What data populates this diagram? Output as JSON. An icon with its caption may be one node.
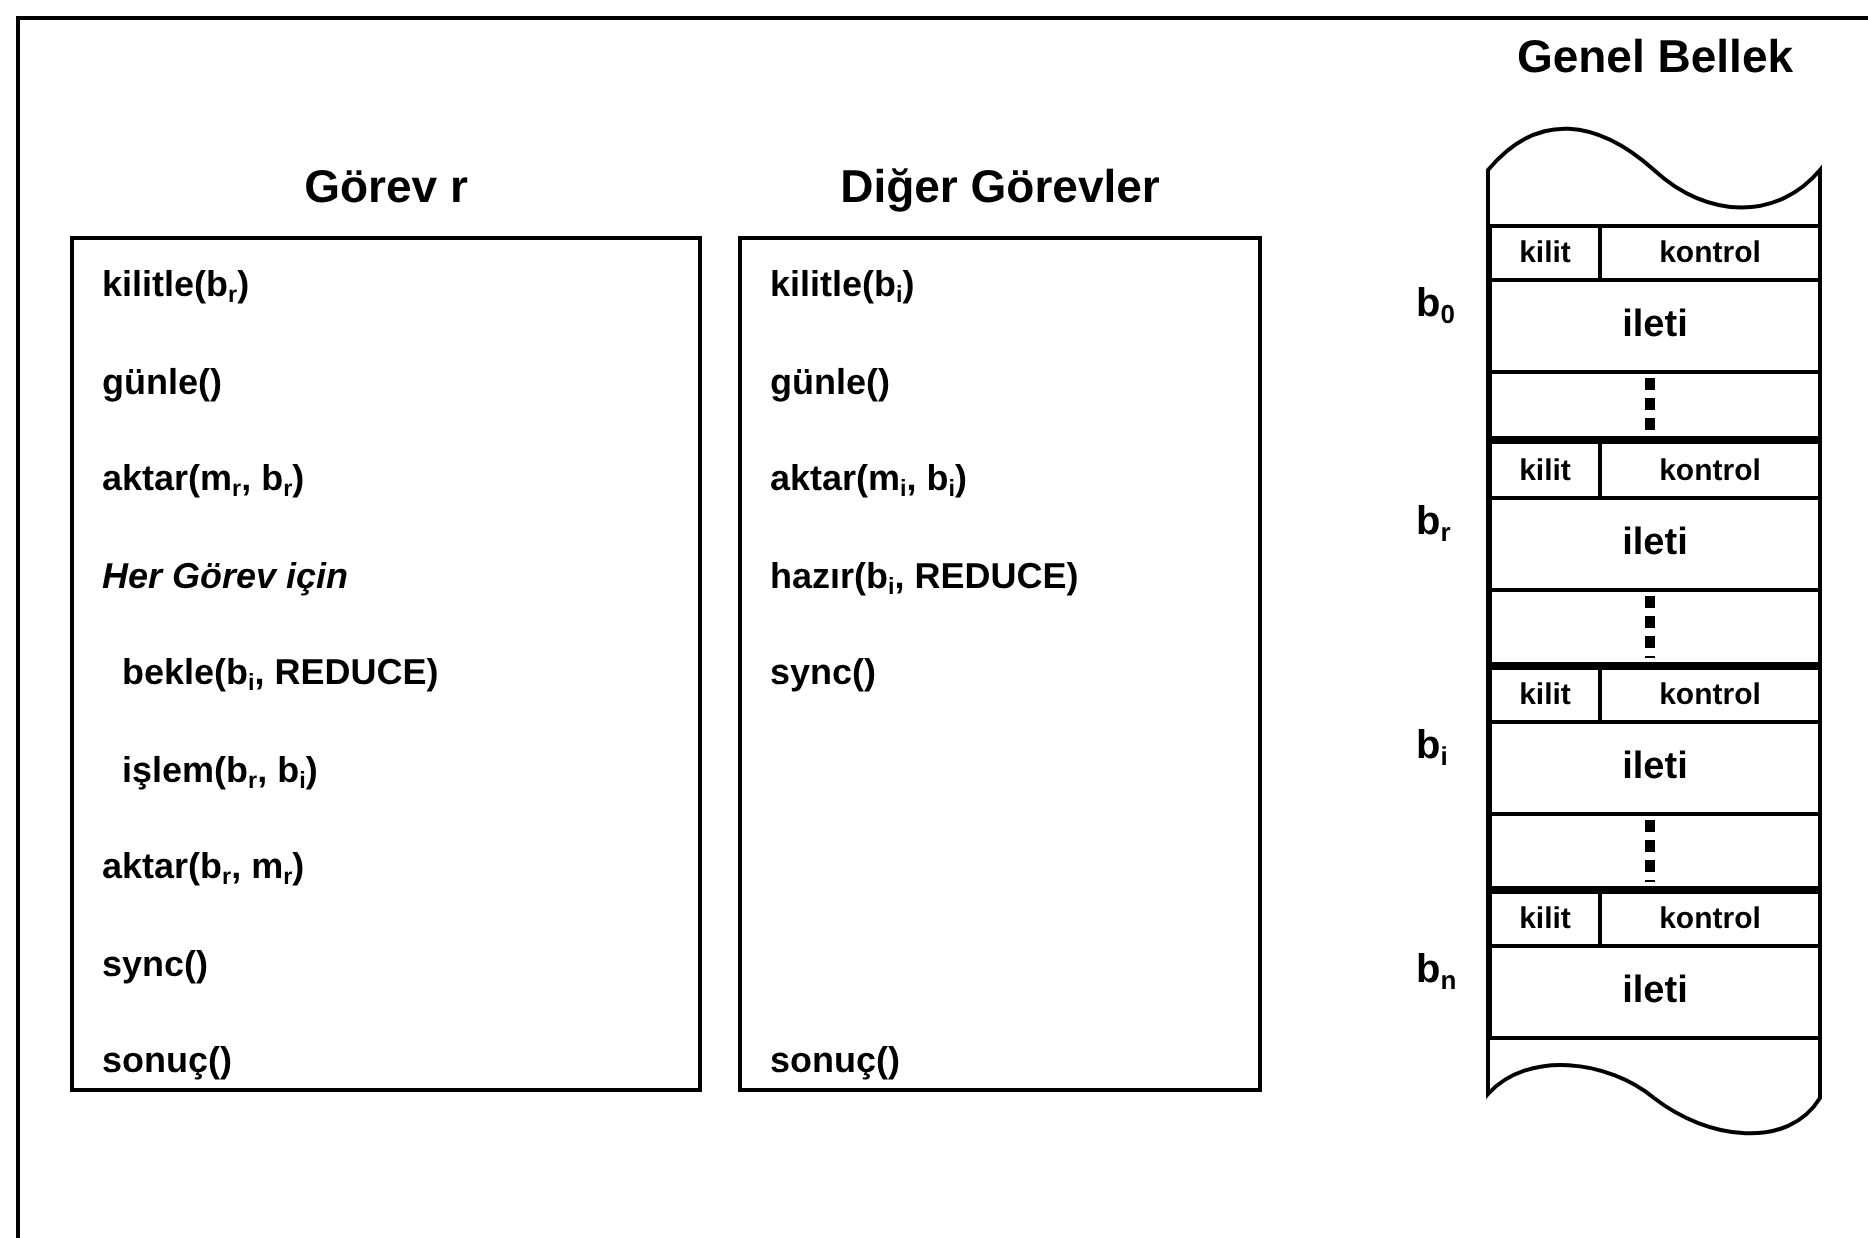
{
  "diagram": {
    "nodes": [
      {
        "text": [
          "Görev r",
          "kilitle(b$_{r}$)",
          "günle()",
          "aktar(m$_{r}$, b$_{r}$)",
          "Her Görev için",
          "bekle(b$_{i}$, REDUCE)",
          "işlem(b$_{r}$, b$_{i}$)",
          "aktar(b$_{r}$, m$_{r}$)",
          "sync()",
          "sonuç()"
        ]
      },
      {
        "text": [
          "Diğer Görevler",
          "kilitle(b$_{i}$)",
          "günle()",
          "aktar(m$_{i}$, b$_{i}$)",
          "hazır(b$_{i}$, REDUCE)",
          "sync()",
          "sonuç()"
        ]
      },
      {
        "text": [
          "Genel Bellek"
        ]
      },
      {
        "text": [
          "kilit"
        ],
        "in": 2
      },
      {
        "text": [
          "kontrol"
        ],
        "in": 2
      },
      {
        "text": [
          "ileti"
        ],
        "in": 2,
        "beside": [
          "b$_{0}$"
        ]
      },
      {
        "text": [],
        "shape": "box",
        "in": 2
      },
      {
        "text": [
          "kilit"
        ],
        "in": 2
      },
      {
        "text": [
          "kontrol"
        ],
        "in": 2
      },
      {
        "text": [
          "ileti"
        ],
        "in": 2,
        "beside": [
          "b$_{r}$"
        ]
      },
      {
        "text": [],
        "shape": "box",
        "in": 2
      },
      {
        "text": [
          "kilit"
        ],
        "in": 2
      },
      {
        "text": [
          "kontrol"
        ],
        "in": 2
      },
      {
        "text": [
          "ileti"
        ],
        "in": 2,
        "beside": [
          "b$_{i}$"
        ]
      },
      {
        "text": [],
        "shape": "box",
        "in": 2
      },
      {
        "text": [
          "kilit"
        ],
        "in": 2
      },
      {
        "text": [
          "kontrol"
        ],
        "in": 2
      },
      {
        "text": [
          "ileti"
        ],
        "in": 2,
        "beside": [
          "b$_{n}$"
        ]
      }
    ]
  }
}
